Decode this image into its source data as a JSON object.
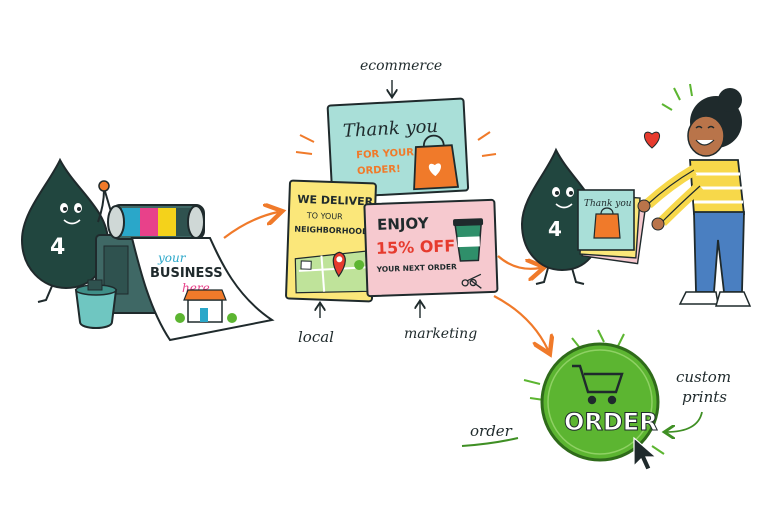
{
  "mascot_badge": "4",
  "poster": {
    "line1": "your",
    "line2": "BUSINESS",
    "line3": "here"
  },
  "labels": {
    "ecommerce": "ecommerce",
    "local": "local",
    "marketing": "marketing",
    "order": "order",
    "custom": "custom",
    "prints": "prints"
  },
  "card_thanks": {
    "line1": "Thank you",
    "line2": "FOR YOUR",
    "line3": "ORDER!"
  },
  "card_deliver": {
    "line1": "WE DELIVER",
    "line2": "TO YOUR",
    "line3": "NEIGHBORHOOD"
  },
  "card_offer": {
    "line1": "ENJOY",
    "line2": "15% OFF",
    "line3": "YOUR NEXT ORDER"
  },
  "mini_card": {
    "line1": "Thank you"
  },
  "order_button": {
    "label": "ORDER",
    "icon": "shopping-cart-icon"
  },
  "colors": {
    "ink": "#1f2a2c",
    "mascot": "#21463f",
    "accent_orange": "#f07a2a",
    "order_green": "#5cb531",
    "card_teal": "#a9dfd8",
    "card_yellow": "#fbe77a",
    "card_pink": "#f6c9cf"
  }
}
